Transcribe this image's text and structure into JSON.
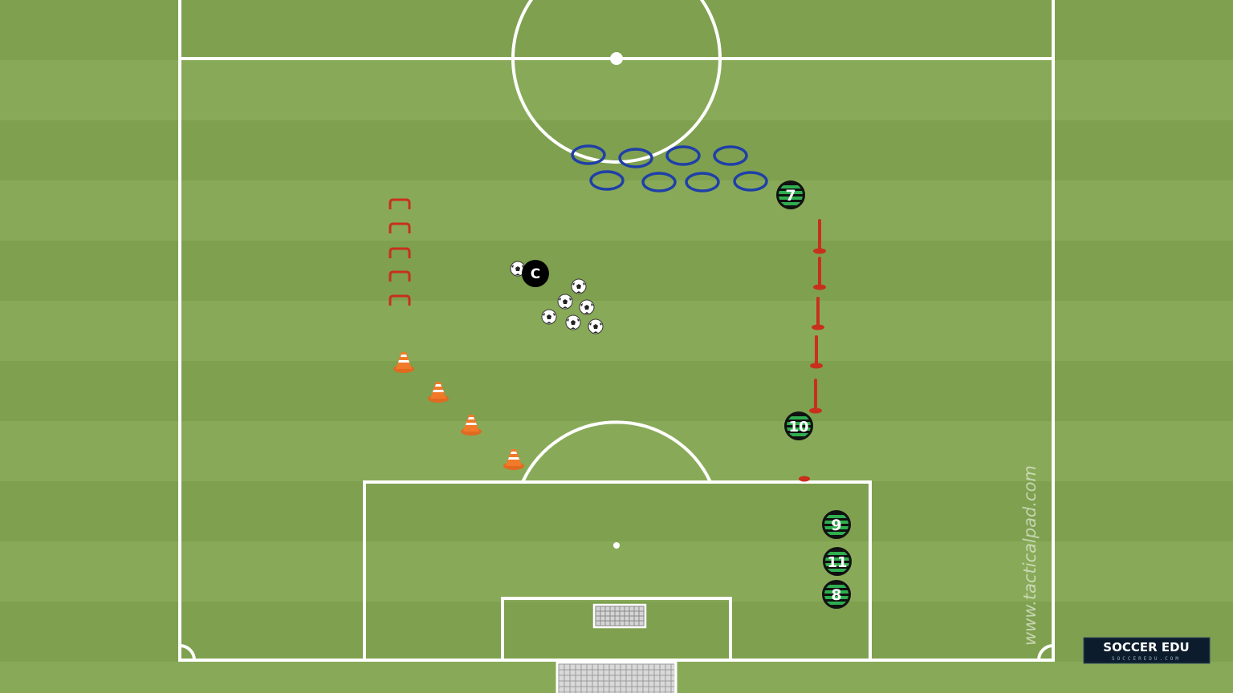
{
  "colors": {
    "stripe_a": "#7ea04f",
    "stripe_b": "#88aa58",
    "line": "#ffffff",
    "ring": "#1f3fa8",
    "pole": "#c8301c",
    "hurdle": "#c8301c",
    "cone": "#f07a28",
    "player_fill": "#111111",
    "player_stripe": "#2fae4f",
    "coach_fill": "#000000",
    "logo_bg": "#0d1c2c"
  },
  "equipment": {
    "rings": "ring",
    "hurdles": "hurdle",
    "cones": "cone",
    "poles": "pole-mannequin",
    "balls": "soccer-ball",
    "goals": "goal-net"
  },
  "players": [
    {
      "id": "p7",
      "label": "7"
    },
    {
      "id": "p10",
      "label": "10"
    },
    {
      "id": "p9",
      "label": "9"
    },
    {
      "id": "p11",
      "label": "11"
    },
    {
      "id": "p8",
      "label": "8"
    }
  ],
  "coach": {
    "label": "C"
  },
  "watermark": {
    "text": "www.tacticalpad.com"
  },
  "logo": {
    "brand": "SOCCER EDU",
    "tagline": "SOCCEREDU.COM"
  }
}
